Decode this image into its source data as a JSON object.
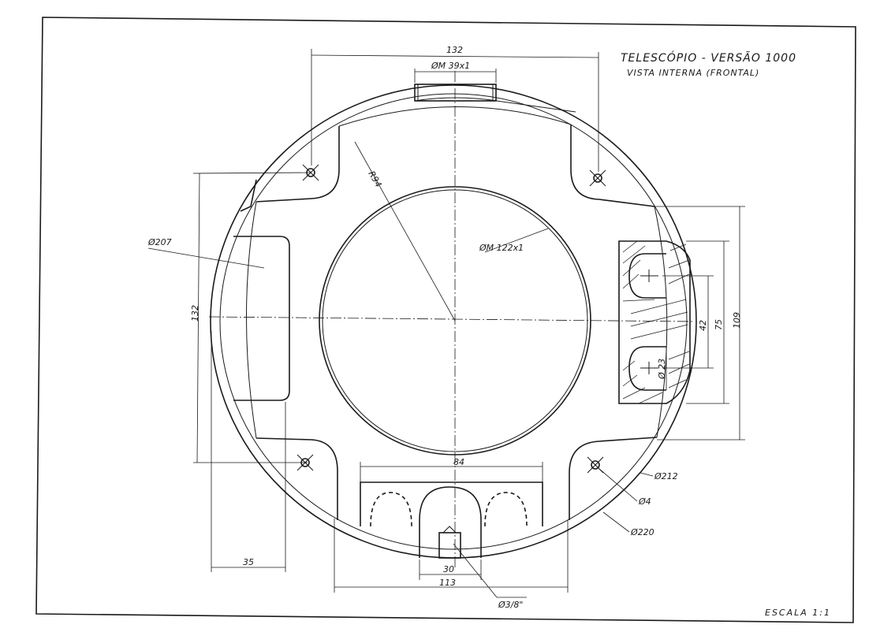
{
  "title": {
    "line1": "TELESCÓPIO - VERSÃO 1000",
    "line2": "VISTA INTERNA (FRONTAL)"
  },
  "scale_label": "ESCALA 1:1",
  "dimensions": {
    "top_width": "132",
    "top_thread": "ØM 39x1",
    "radius": "R94",
    "center_thread": "ØM 122x1",
    "left_diameter": "Ø207",
    "left_height": "132",
    "right_42": "42",
    "right_75": "75",
    "right_109": "109",
    "hole_diameter": "Ø 23",
    "bottom_84": "84",
    "bottom_30": "30",
    "bottom_113": "113",
    "bottom_35": "35",
    "bottom_thread": "Ø3/8\"",
    "d212": "Ø212",
    "d4": "Ø4",
    "d220": "Ø220"
  }
}
